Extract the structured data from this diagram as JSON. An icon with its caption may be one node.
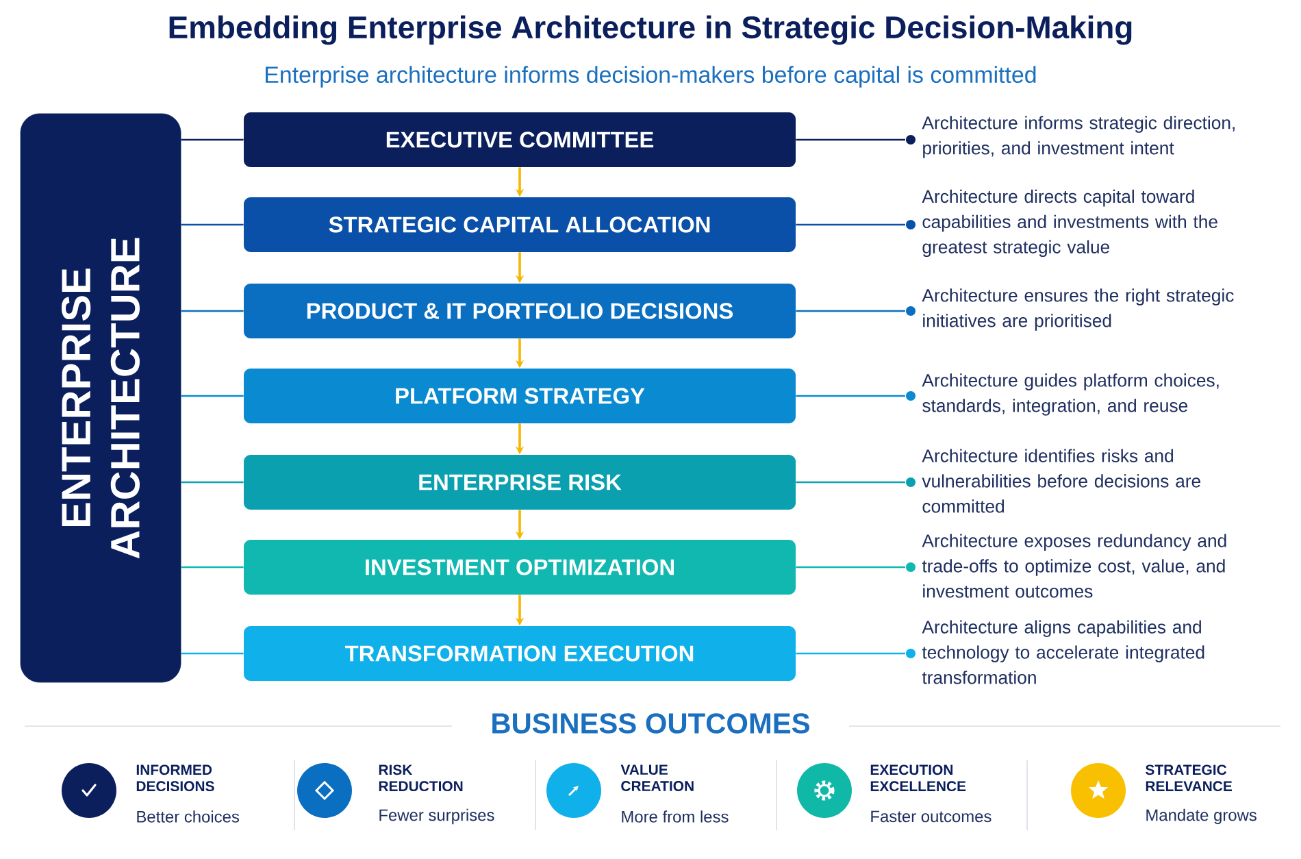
{
  "diagram": {
    "title": "Embedding Enterprise Architecture in Strategic Decision-Making",
    "nodes": [
      {
        "text": [
          "ENTERPRISE ARCHITECTURE"
        ]
      },
      {
        "text": [
          "EXECUTIVE COMMITTEE"
        ]
      },
      {
        "text": [
          "STRATEGIC CAPITAL ALLOCATION"
        ]
      },
      {
        "text": [
          "PRODUCT & IT PORTFOLIO DECISIONS"
        ]
      },
      {
        "text": [
          "PLATFORM STRATEGY"
        ]
      },
      {
        "text": [
          "ENTERPRISE RISK"
        ]
      },
      {
        "text": [
          "INVESTMENT OPTIMIZATION"
        ]
      },
      {
        "text": [
          "TRANSFORMATION EXECUTION"
        ]
      },
      {
        "text": [
          "Architecture informs strategic direction, priorities, and investment intent"
        ]
      },
      {
        "text": [
          "Architecture directs capital toward capabilities and investments with the greatest strategic value"
        ]
      },
      {
        "text": [
          "Architecture ensures the right strategic initiatives are prioritised"
        ]
      },
      {
        "text": [
          "Architecture guides platform choices, standards, integration, and reuse"
        ]
      },
      {
        "text": [
          "Architecture identifies risks and vulnerabilities before decisions are committed"
        ]
      },
      {
        "text": [
          "Architecture exposes redundancy and trade-offs to optimize cost, value, and investment outcomes"
        ]
      },
      {
        "text": [
          "Architecture aligns capabilities and technology to accelerate integrated transformation"
        ]
      }
    ],
    "edges": [
      {
        "from": 0,
        "to": 1,
        "arrow": "none",
        "color": "#0b1f5c"
      },
      {
        "from": 0,
        "to": 2,
        "arrow": "none",
        "color": "#0a4fa8"
      },
      {
        "from": 0,
        "to": 3,
        "arrow": "none",
        "color": "#0a6fc0"
      },
      {
        "from": 0,
        "to": 4,
        "arrow": "none",
        "color": "#0a8ad0"
      },
      {
        "from": 0,
        "to": 5,
        "arrow": "none",
        "color": "#0aa0b0"
      },
      {
        "from": 0,
        "to": 6,
        "arrow": "none",
        "color": "#10b8b0"
      },
      {
        "from": 0,
        "to": 7,
        "arrow": "none",
        "color": "#10b0ea"
      },
      {
        "from": 1,
        "to": 2,
        "arrow": "to",
        "color": "#f5b800"
      },
      {
        "from": 2,
        "to": 3,
        "arrow": "to",
        "color": "#f5b800"
      },
      {
        "from": 3,
        "to": 4,
        "arrow": "to",
        "color": "#f5b800"
      },
      {
        "from": 4,
        "to": 5,
        "arrow": "to",
        "color": "#f5b800"
      },
      {
        "from": 5,
        "to": 6,
        "arrow": "to",
        "color": "#f5b800"
      },
      {
        "from": 6,
        "to": 7,
        "arrow": "to",
        "color": "#f5b800"
      },
      {
        "from": 1,
        "to": 8,
        "arrow": "other",
        "color": "#0b1f5c"
      },
      {
        "from": 2,
        "to": 9,
        "arrow": "other",
        "color": "#0a4fa8"
      },
      {
        "from": 3,
        "to": 10,
        "arrow": "other",
        "color": "#0a6fc0"
      },
      {
        "from": 4,
        "to": 11,
        "arrow": "other",
        "color": "#0a8ad0"
      },
      {
        "from": 5,
        "to": 12,
        "arrow": "other",
        "color": "#0aa0b0"
      },
      {
        "from": 6,
        "to": 13,
        "arrow": "other",
        "color": "#10b8b0"
      },
      {
        "from": 7,
        "to": 14,
        "arrow": "other",
        "color": "#10b0ea"
      }
    ],
    "labels": [
      "Enterprise architecture informs decision-makers before capital is committed",
      "BUSINESS OUTCOMES",
      "INFORMED DECISIONS",
      "Better choices",
      "RISK REDUCTION",
      "Fewer surprises",
      "VALUE CREATION",
      "More from less",
      "EXECUTION EXCELLENCE",
      "Faster outcomes",
      "STRATEGIC RELEVANCE",
      "Mandate grows"
    ]
  }
}
